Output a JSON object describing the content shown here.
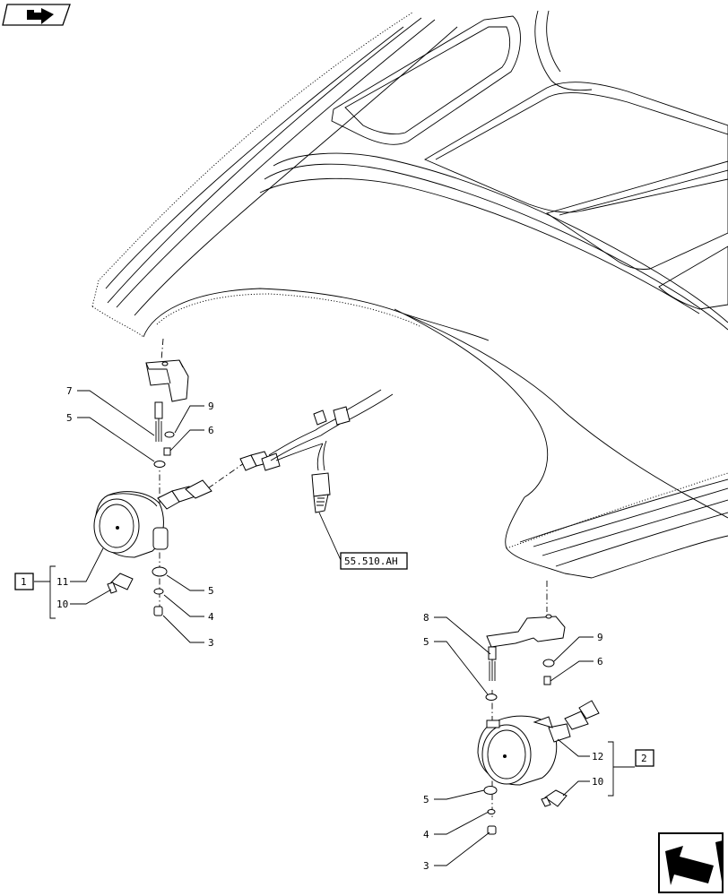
{
  "diagram": {
    "callouts_left": {
      "bracket_label": "1",
      "labels": [
        "7",
        "5",
        "9",
        "6",
        "11",
        "10",
        "5",
        "4",
        "3"
      ]
    },
    "callouts_right": {
      "bracket_label": "2",
      "labels": [
        "8",
        "5",
        "9",
        "6",
        "12",
        "10",
        "5",
        "4",
        "3"
      ]
    },
    "harness_reference": "55.510.AH",
    "icons": [
      "view-navigation-icon",
      "next-page-arrow-icon"
    ]
  }
}
